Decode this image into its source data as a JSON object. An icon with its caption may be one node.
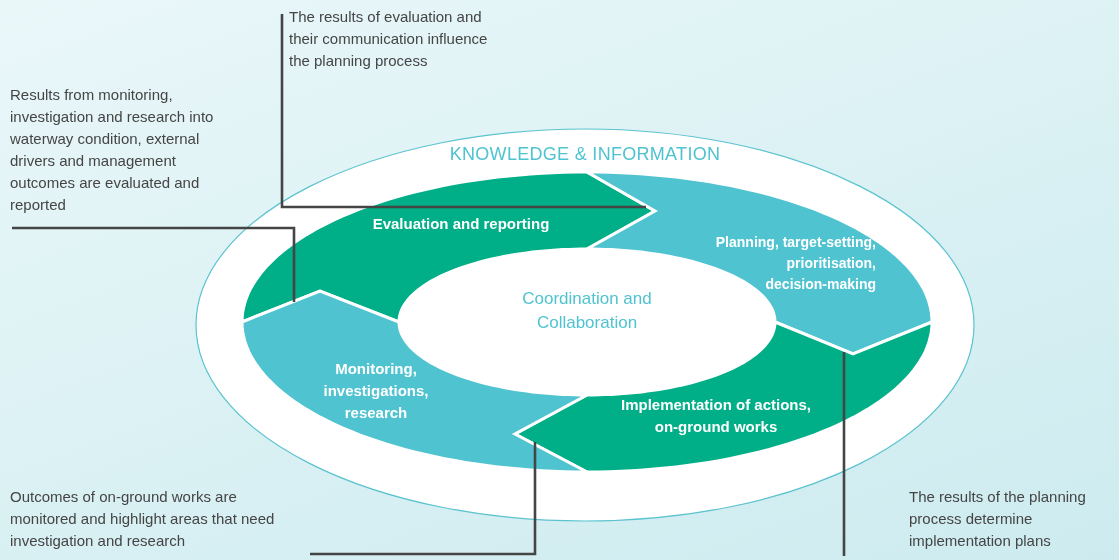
{
  "diagram": {
    "nodes": [
      {
        "text": [
          "KNOWLEDGE & INFORMATION"
        ]
      },
      {
        "text": [
          "Evaluation and reporting"
        ],
        "in": 0
      },
      {
        "text": [
          "Planning, target-setting, prioritisation, decision-making"
        ],
        "in": 0
      },
      {
        "text": [
          "Implementation of actions, on-ground works"
        ],
        "in": 0
      },
      {
        "text": [
          "Monitoring, investigations, research"
        ],
        "in": 0
      },
      {
        "text": [
          "Coordination and Collaboration"
        ],
        "in": 0
      },
      {
        "text": [
          "The results of evaluation and their communication influence the planning process"
        ]
      },
      {
        "text": [
          "Results from monitoring, investigation and research into waterway condition, external drivers and management outcomes are evaluated and reported"
        ]
      },
      {
        "text": [
          "Outcomes of on-ground works are monitored and highlight areas that need investigation and research"
        ]
      },
      {
        "text": [
          "The results of the planning process determine implementation plans"
        ]
      }
    ],
    "edges": [
      {
        "from": 6,
        "to": 1,
        "arrow": "none"
      },
      {
        "from": 7,
        "to": 1,
        "arrow": "none"
      },
      {
        "from": 8,
        "to": 3,
        "arrow": "none"
      },
      {
        "from": 9,
        "to": 3,
        "arrow": "none"
      }
    ]
  }
}
